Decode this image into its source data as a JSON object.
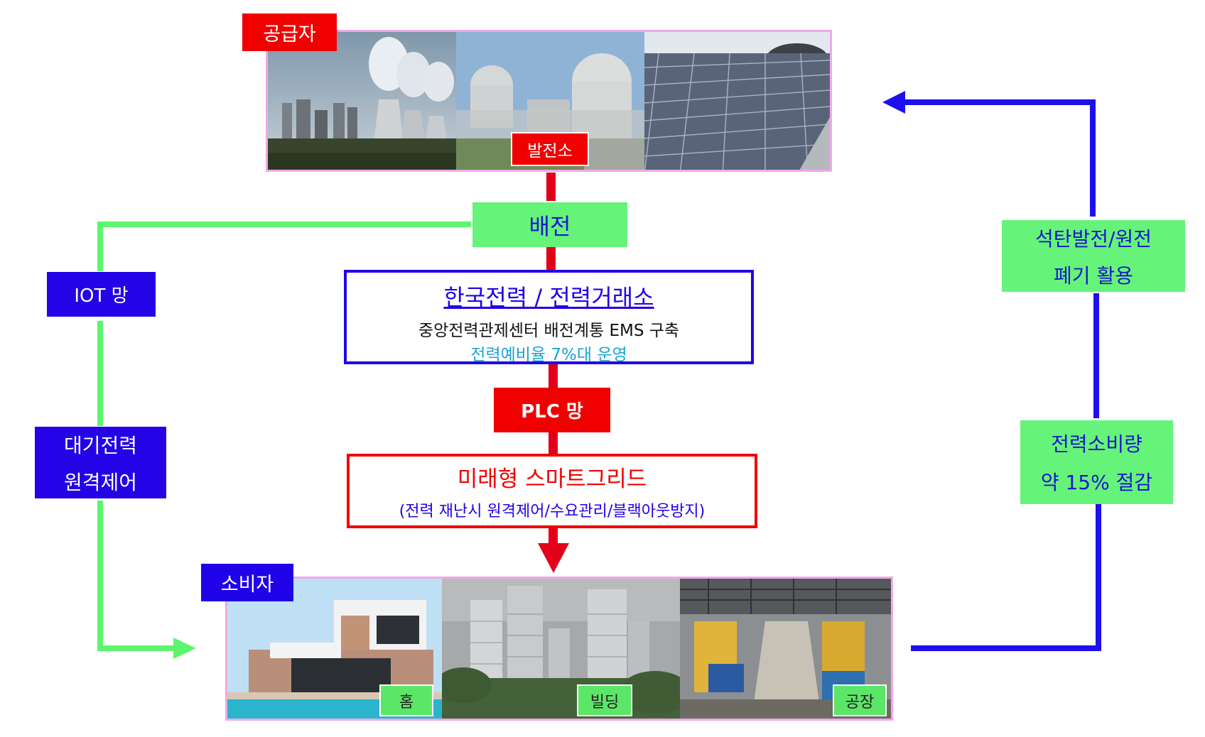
{
  "supplier": {
    "tag": "공급자",
    "plant_label": "발전소"
  },
  "distribution": {
    "label": "배전"
  },
  "kepco": {
    "title": "한국전력 / 전력거래소",
    "line1": "중앙전력관제센터 배전계통 EMS 구축",
    "line2": "전력예비율 7%대 운영"
  },
  "plc": {
    "label": "PLC 망"
  },
  "smartgrid": {
    "title": "미래형 스마트그리드",
    "subtitle": "(전력 재난시 원격제어/수요관리/블랙아웃방지)"
  },
  "consumer": {
    "tag": "소비자",
    "home_label": "홈",
    "building_label": "빌딩",
    "factory_label": "공장"
  },
  "left": {
    "iot": "IOT 망",
    "standby_line1": "대기전력",
    "standby_line2": "원격제어"
  },
  "right": {
    "coal_line1": "석탄발전/원전",
    "coal_line2": "폐기 활용",
    "saving_line1": "전력소비량",
    "saving_line2": "약 15% 절감"
  },
  "colors": {
    "red": "#f00000",
    "blue": "#2002e8",
    "green": "#66f37a",
    "pink_border": "#f0a8e8",
    "cyan_text": "#1ba3d6"
  },
  "icons": [
    "down-arrow-icon",
    "right-arrow-icon",
    "left-arrow-icon"
  ]
}
